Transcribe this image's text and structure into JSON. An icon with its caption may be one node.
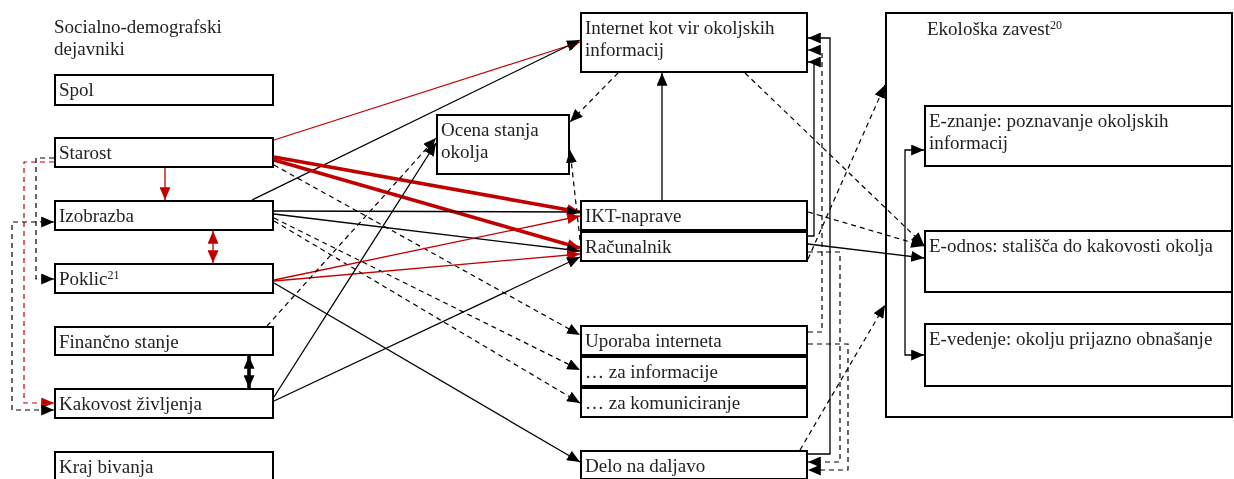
{
  "diagram": {
    "nodes": [
      {
        "text": [
          "Spol"
        ]
      },
      {
        "text": [
          "Starost"
        ]
      },
      {
        "text": [
          "Izobrazba"
        ]
      },
      {
        "text": [
          "Poklic$^{21}$"
        ]
      },
      {
        "text": [
          "Finančno stanje"
        ]
      },
      {
        "text": [
          "Kakovost življenja"
        ]
      },
      {
        "text": [
          "Kraj bivanja"
        ]
      },
      {
        "text": [
          "Internet kot vir okoljskih informacij"
        ]
      },
      {
        "text": [
          "Ocena stanja okolja"
        ]
      },
      {
        "text": [
          "IKT-naprave"
        ]
      },
      {
        "text": [
          "Računalnik"
        ]
      },
      {
        "text": [
          "Uporaba interneta"
        ]
      },
      {
        "text": [
          "… za informacije"
        ]
      },
      {
        "text": [
          "… za komuniciranje"
        ]
      },
      {
        "text": [
          "Delo na daljavo"
        ]
      },
      {
        "text": [
          "Ekološka zavest$^{20}$"
        ]
      },
      {
        "text": [
          "E-znanje: poznavanje okoljskih informacij"
        ],
        "in": 15
      },
      {
        "text": [
          "E-odnos: stališča do kakovosti okolja"
        ],
        "in": 15
      },
      {
        "text": [
          "E-vedenje: okolju prijazno obnašanje"
        ],
        "in": 15
      }
    ],
    "edges": [
      {
        "from": 1,
        "to": 2,
        "arrow": "to",
        "color": "#c00000"
      },
      {
        "from": 1,
        "to": 3,
        "arrow": "to",
        "style": "dashed"
      },
      {
        "from": 1,
        "to": 5,
        "arrow": "to",
        "style": "dashed",
        "color": "#c00000"
      },
      {
        "from": 2,
        "to": 3,
        "arrow": "both",
        "color": "#c00000"
      },
      {
        "from": 2,
        "to": 5,
        "arrow": "both",
        "style": "dashed"
      },
      {
        "from": 4,
        "to": 5,
        "arrow": "both",
        "style": "thick"
      },
      {
        "from": 1,
        "to": 7,
        "arrow": "to",
        "color": "#c00000"
      },
      {
        "from": 2,
        "to": 7,
        "arrow": "to"
      },
      {
        "from": 1,
        "to": 9,
        "arrow": "to",
        "style": "thick",
        "color": "#c00000"
      },
      {
        "from": 1,
        "to": 10,
        "arrow": "to",
        "style": "thick",
        "color": "#c00000"
      },
      {
        "from": 1,
        "to": 11,
        "arrow": "to",
        "style": "dashed"
      },
      {
        "from": 2,
        "to": 9,
        "arrow": "to"
      },
      {
        "from": 2,
        "to": 10,
        "arrow": "to"
      },
      {
        "from": 2,
        "to": 12,
        "arrow": "to",
        "style": "dashed"
      },
      {
        "from": 2,
        "to": 13,
        "arrow": "to",
        "style": "dashed"
      },
      {
        "from": 3,
        "to": 9,
        "arrow": "to",
        "color": "#c00000"
      },
      {
        "from": 3,
        "to": 10,
        "arrow": "to",
        "color": "#c00000"
      },
      {
        "from": 3,
        "to": 14,
        "arrow": "to"
      },
      {
        "from": 4,
        "to": 8,
        "arrow": "to",
        "style": "dashed"
      },
      {
        "from": 5,
        "to": 8,
        "arrow": "to"
      },
      {
        "from": 5,
        "to": 10,
        "arrow": "to"
      },
      {
        "from": 7,
        "to": 8,
        "arrow": "to",
        "style": "dashed"
      },
      {
        "from": 10,
        "to": 8,
        "arrow": "to",
        "style": "dashed"
      },
      {
        "from": 9,
        "to": 7,
        "arrow": "to"
      },
      {
        "from": 11,
        "to": 7,
        "arrow": "to",
        "style": "dashed"
      },
      {
        "from": 10,
        "to": 7,
        "arrow": "to"
      },
      {
        "from": 14,
        "to": 7,
        "arrow": "to"
      },
      {
        "from": 10,
        "to": 14,
        "arrow": "to",
        "style": "dashed"
      },
      {
        "from": 11,
        "to": 14,
        "arrow": "to",
        "style": "dashed"
      },
      {
        "from": 7,
        "to": 17,
        "arrow": "to",
        "style": "dashed"
      },
      {
        "from": 9,
        "to": 17,
        "arrow": "to",
        "style": "dashed"
      },
      {
        "from": 10,
        "to": 17,
        "arrow": "to"
      },
      {
        "from": 10,
        "to": 15,
        "arrow": "to",
        "style": "dashed"
      },
      {
        "from": 14,
        "to": 15,
        "arrow": "to",
        "style": "dashed"
      },
      {
        "from": 16,
        "to": 18,
        "arrow": "both"
      }
    ],
    "labels": [
      "Socialno-demografski dejavniki"
    ]
  }
}
